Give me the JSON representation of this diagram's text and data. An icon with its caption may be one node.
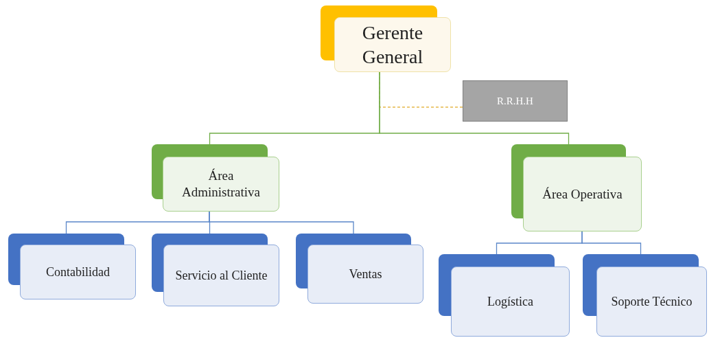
{
  "diagram": {
    "nodes": [
      {
        "text": [
          "Gerente General"
        ]
      },
      {
        "text": [
          "R.R.H.H"
        ]
      },
      {
        "text": [
          "Área Administrativa"
        ]
      },
      {
        "text": [
          "Área Operativa"
        ]
      },
      {
        "text": [
          "Contabilidad"
        ]
      },
      {
        "text": [
          "Servicio al Cliente"
        ]
      },
      {
        "text": [
          "Ventas"
        ]
      },
      {
        "text": [
          "Logística"
        ]
      },
      {
        "text": [
          "Soporte Técnico"
        ]
      }
    ],
    "edges": [
      {
        "from": 1,
        "to": 0,
        "arrow": "none",
        "style": "dashed",
        "color": "#e6b84a"
      },
      {
        "from": 0,
        "to": 2,
        "arrow": "none",
        "color": "#70ad47"
      },
      {
        "from": 0,
        "to": 3,
        "arrow": "none",
        "color": "#70ad47"
      },
      {
        "from": 2,
        "to": 4,
        "arrow": "none",
        "color": "#5b87c9"
      },
      {
        "from": 2,
        "to": 5,
        "arrow": "none",
        "color": "#5b87c9"
      },
      {
        "from": 2,
        "to": 6,
        "arrow": "none",
        "color": "#5b87c9"
      },
      {
        "from": 3,
        "to": 7,
        "arrow": "none",
        "color": "#5b87c9"
      },
      {
        "from": 3,
        "to": 8,
        "arrow": "none",
        "color": "#5b87c9"
      }
    ]
  }
}
